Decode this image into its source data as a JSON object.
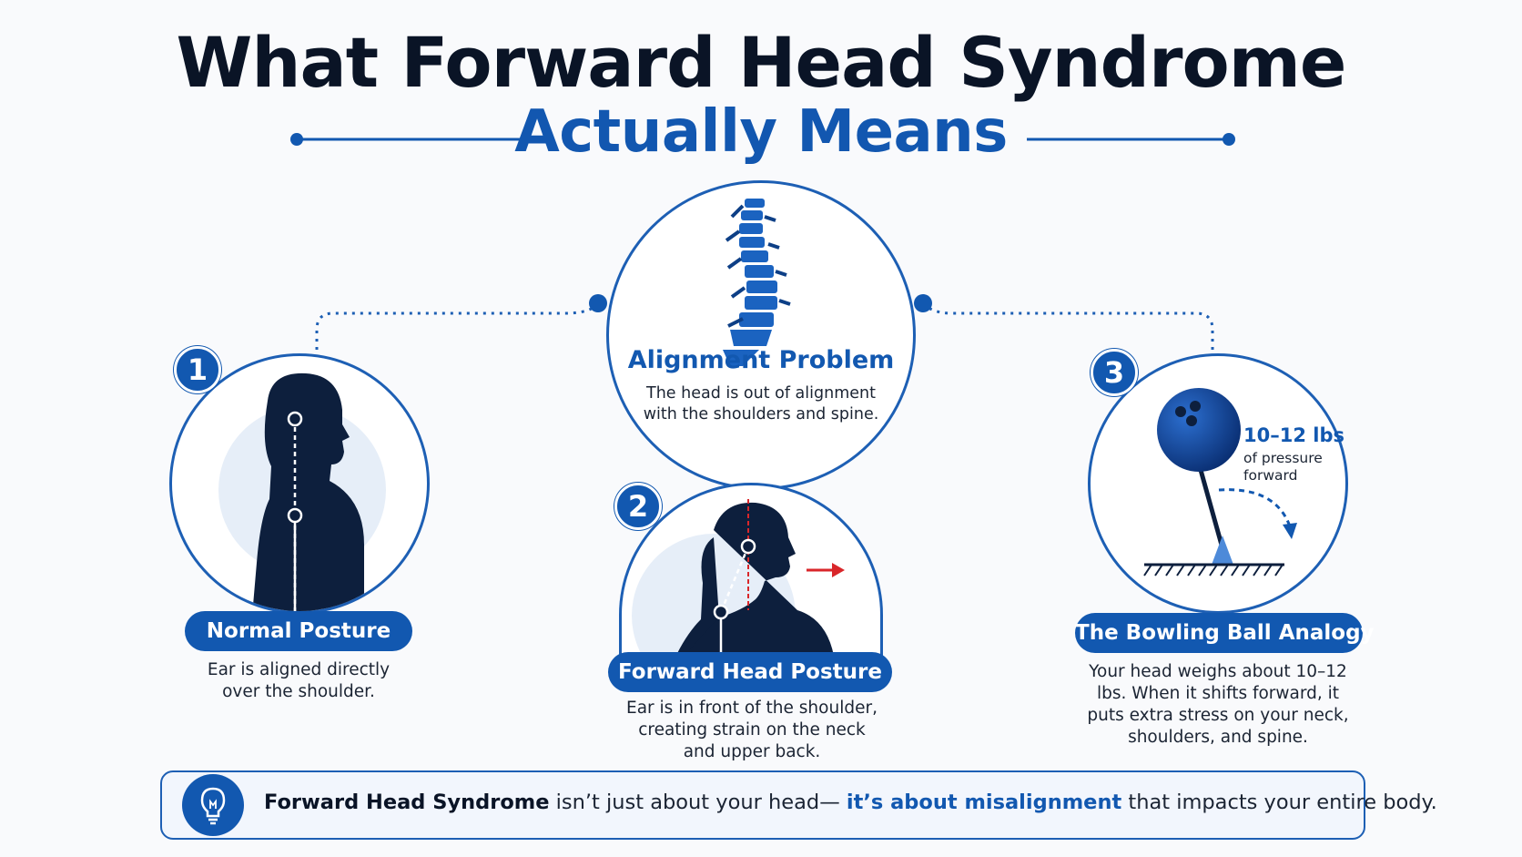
{
  "title": {
    "line1": "What Forward Head Syndrome",
    "line2": "Actually Means"
  },
  "center": {
    "title": "Alignment Problem",
    "description": "The head is out of alignment with the shoulders and spine."
  },
  "panels": [
    {
      "number": "1",
      "label": "Normal Posture",
      "description": "Ear is aligned directly over the shoulder."
    },
    {
      "number": "2",
      "label": "Forward Head Posture",
      "description": "Ear is in front of the shoulder, creating strain on the neck and upper back."
    },
    {
      "number": "3",
      "label": "The Bowling Ball Analogy",
      "description": "Your head weighs about 10–12 lbs. When it shifts forward, it puts extra stress on your neck, shoulders, and spine.",
      "weight": "10–12 lbs",
      "weight_note": "of pressure forward"
    }
  ],
  "banner": {
    "part1": "Forward Head Syndrome",
    "part2": " isn’t just about your head— ",
    "part3": "it’s about misalignment",
    "part4": " that impacts your entire body."
  },
  "colors": {
    "brand_blue": "#1258b0",
    "navy": "#0a1426",
    "arrow_red": "#d9262a"
  },
  "icons": [
    "spine-icon",
    "bulb-icon",
    "bowling-ball-icon"
  ]
}
